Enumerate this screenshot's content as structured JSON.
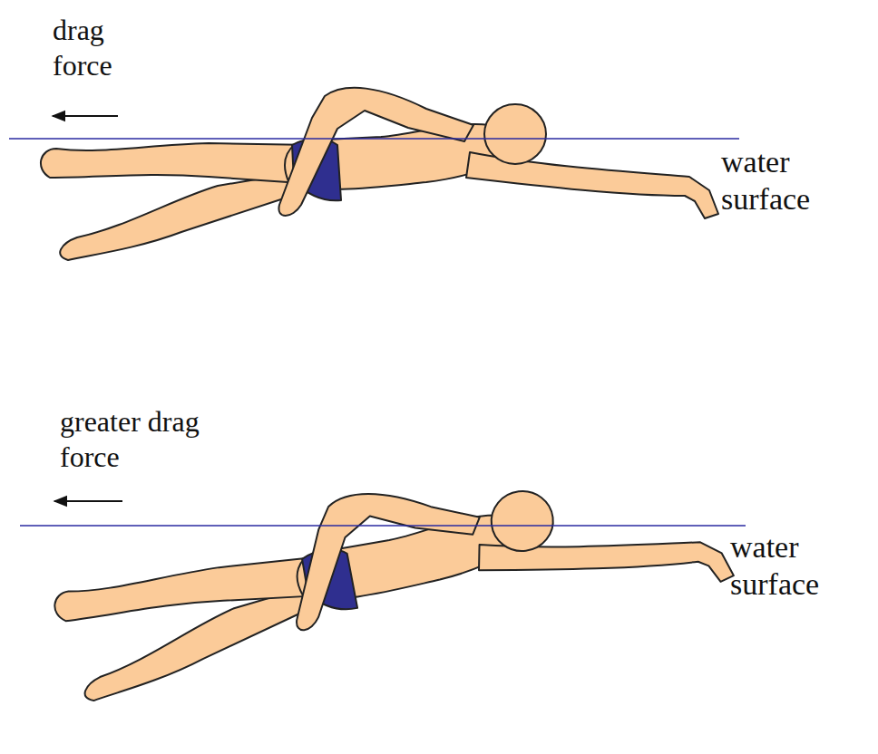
{
  "diagram": {
    "labels": [
      "drag force",
      "water surface",
      "greater drag force",
      "water surface"
    ]
  }
}
